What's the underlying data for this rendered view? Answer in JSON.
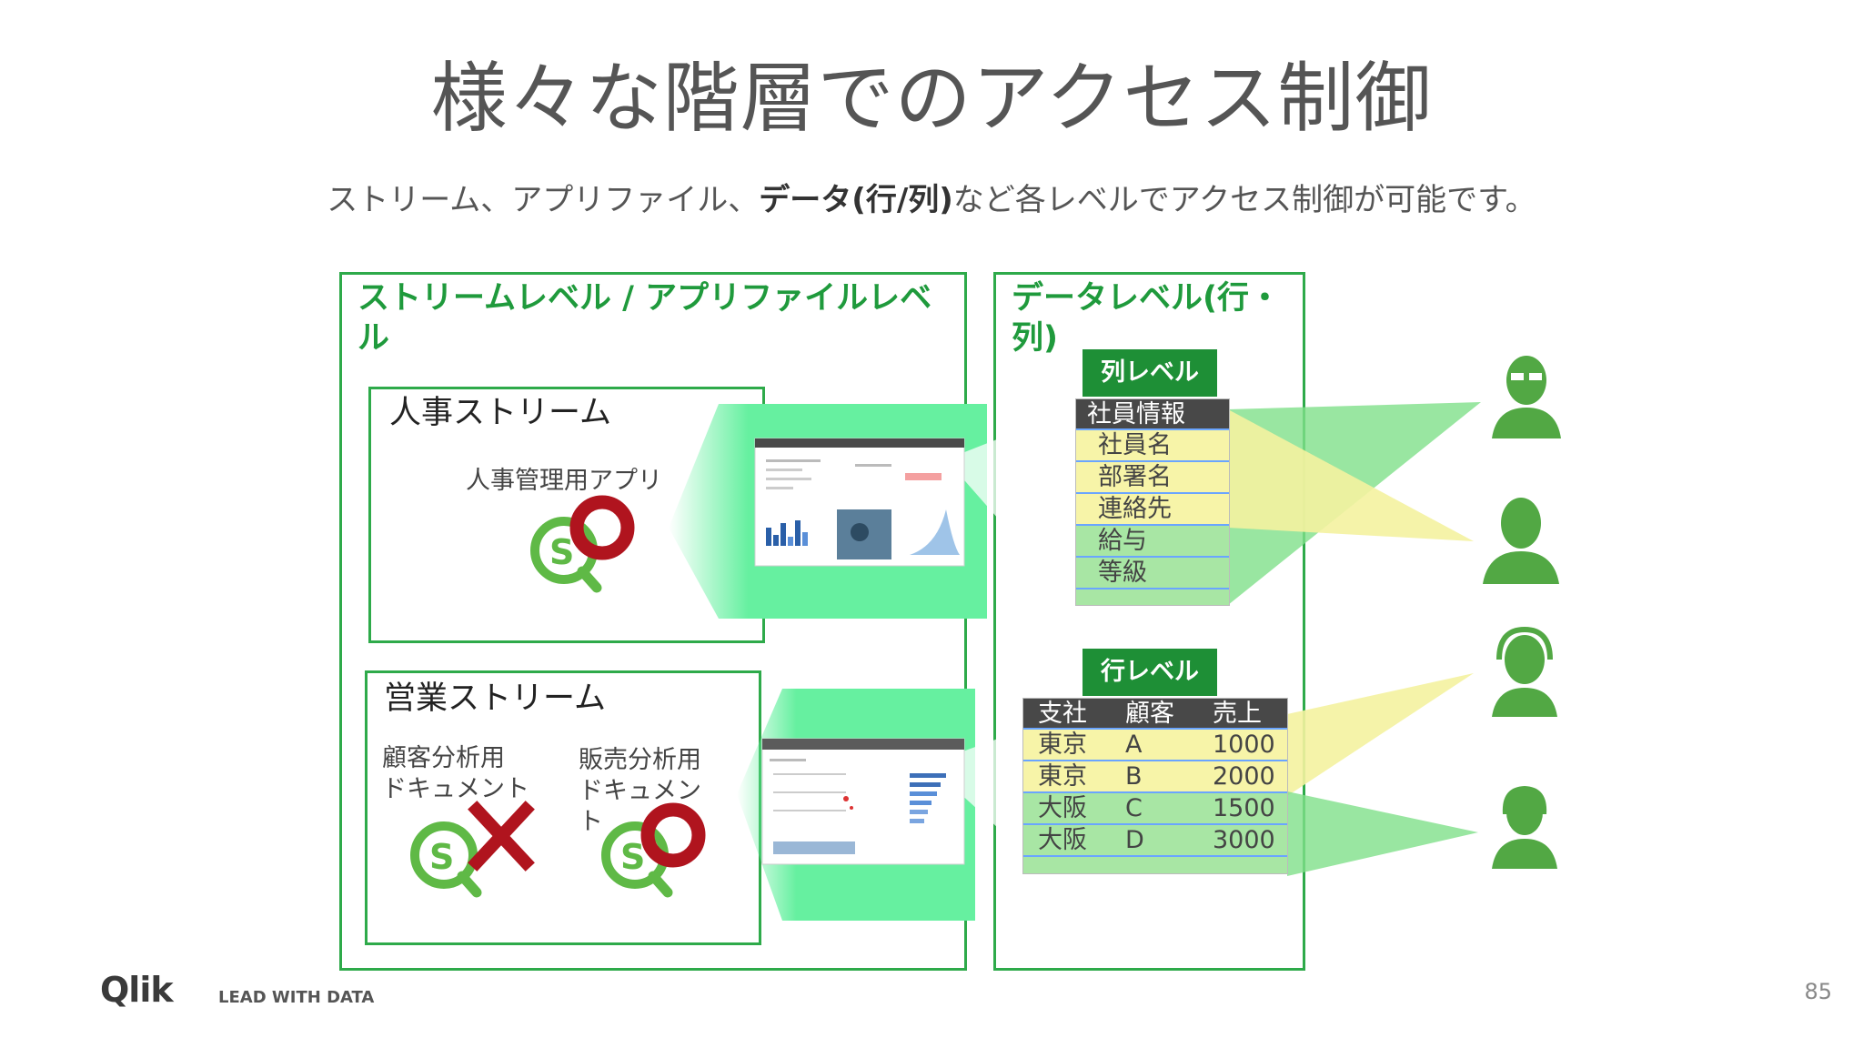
{
  "title": "様々な階層でのアクセス制御",
  "subtitle": {
    "part1": "ストリーム、アプリファイル、",
    "bold": "データ(行/列)",
    "part2": "など各レベルでアクセス制御が可能です。"
  },
  "left_panel": {
    "heading": "ストリームレベル / アプリファイルレベル",
    "hr_stream": {
      "title": "人事ストリーム",
      "app_label": "人事管理用アプリ"
    },
    "sales_stream": {
      "title": "営業ストリーム",
      "doc1_label": "顧客分析用\nドキュメント",
      "doc2_label": "販売分析用\nドキュメン\nト"
    }
  },
  "right_panel": {
    "heading": "データレベル(行・列)",
    "column_level": {
      "badge": "列レベル",
      "header": "社員情報",
      "rows": [
        "社員名",
        "部署名",
        "連絡先",
        "給与",
        "等級"
      ]
    },
    "row_level": {
      "badge": "行レベル",
      "headers": [
        "支社",
        "顧客",
        "売上"
      ],
      "rows": [
        [
          "東京",
          "A",
          "1000"
        ],
        [
          "東京",
          "B",
          "2000"
        ],
        [
          "大阪",
          "C",
          "1500"
        ],
        [
          "大阪",
          "D",
          "3000"
        ]
      ]
    }
  },
  "footer": {
    "brand": "Qlik",
    "tagline": "LEAD WITH DATA",
    "page": "85"
  },
  "colors": {
    "green": "#2eaa4a",
    "dark_green": "#1e8f36",
    "light_green": "#66f0a0",
    "yellow": "#f4f2a0",
    "user_green": "#52a844",
    "mark_red": "#b0141e"
  }
}
